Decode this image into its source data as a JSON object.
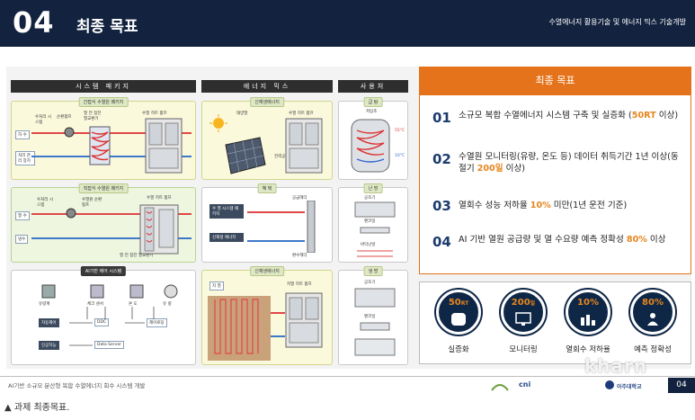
{
  "header": {
    "number": "04",
    "title": "최종 목표",
    "subtitle": "수열에너지 활용기술 및 에너지 믹스 기술개발"
  },
  "diagram": {
    "columns": [
      "시스템 패키지",
      "에너지 믹스",
      "사용처"
    ],
    "package": {
      "box1": {
        "title": "간접식 수열원 패키지",
        "labels": [
          "수처리 시스템",
          "순환펌프",
          "열 전 침전 열교환기",
          "수열 히트 펌프",
          "하 수",
          "처리 관리 장치"
        ]
      },
      "box2": {
        "title": "직접식 수열원 패키지",
        "labels": [
          "수처리 시스템",
          "수열원 순환펌프",
          "수열 히트 펌프",
          "열 전 침전 열교환기",
          "열 수",
          "냉수"
        ]
      },
      "box3": {
        "title": "AI기반 제어 시스템",
        "labels": [
          "유량계",
          "체크 센서",
          "온 도",
          "유 량",
          "자동제어",
          "DDC",
          "제어로딩",
          "인공지능",
          "Data Server"
        ]
      }
    },
    "mix": {
      "box1": {
        "title": "신재생에너지",
        "labels": [
          "태양열",
          "수열 히트 펌프",
          "전력공급"
        ]
      },
      "box2": {
        "title": "혜 택",
        "labels": [
          "수 열 시스템 패키지",
          "공급헤더",
          "신재생 에너지",
          "환수헤더"
        ]
      },
      "box3": {
        "title": "신재생에너지",
        "labels": [
          "지 열",
          "지열 히트 펌프"
        ]
      }
    },
    "usage": {
      "box1": {
        "title": "급 탕",
        "labels": [
          "저탕조",
          "55°C",
          "10°C"
        ]
      },
      "box2": {
        "title": "난 방",
        "labels": [
          "공조기",
          "팬코일",
          "바닥난방"
        ]
      },
      "box3": {
        "title": "냉 방",
        "labels": [
          "공조기",
          "팬코일"
        ]
      }
    }
  },
  "goals": {
    "title": "최종 목표",
    "items": [
      {
        "no": "01",
        "pre": "소규모 복합 수열에너지 시스템 구축 및 실증화 (",
        "hl": "50RT",
        "post": " 이상)"
      },
      {
        "no": "02",
        "pre": "수열원 모니터링(유량, 온도 등) 데이터 취득기간 1년 이상(동절기 ",
        "hl": "200일",
        "post": " 이상)"
      },
      {
        "no": "03",
        "pre": "열회수 성능 저하율 ",
        "hl": "10%",
        "post": " 미만(1년 운전 기준)"
      },
      {
        "no": "04",
        "pre": "AI 기반 열원 공급량 및 열 수요량 예측 정확성 ",
        "hl": "80%",
        "post": " 이상"
      }
    ]
  },
  "kpi": [
    {
      "value": "50",
      "unit": "RT",
      "label": "실증화",
      "icon": "tank-icon"
    },
    {
      "value": "200",
      "unit": "일",
      "label": "모니터링",
      "icon": "monitor-icon"
    },
    {
      "value": "10%",
      "unit": "",
      "label": "열회수 저하율",
      "icon": "bar-chart-icon"
    },
    {
      "value": "80%",
      "unit": "",
      "label": "예측 정확성",
      "icon": "person-icon"
    }
  ],
  "footer": {
    "text": "AI기반 소규모 분산형 복합 수열에너지 회수 시스템 개발",
    "logos": [
      "cni",
      "아주대학교"
    ],
    "page": "04"
  },
  "watermark": "kharn",
  "caption": "▲ 과제 최종목표."
}
